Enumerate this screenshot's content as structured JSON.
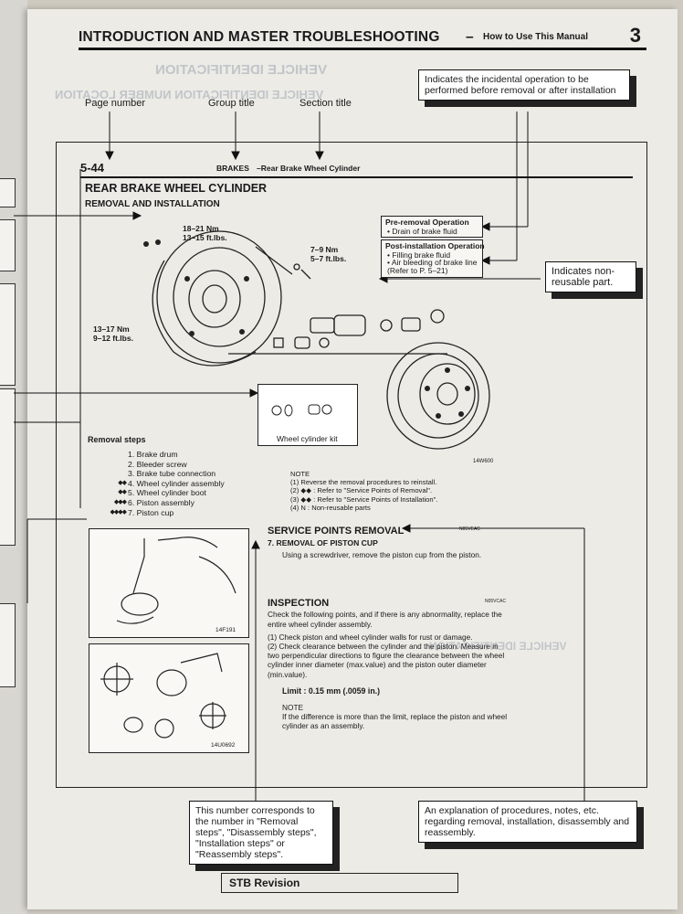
{
  "header": {
    "title": "INTRODUCTION AND MASTER TROUBLESHOOTING",
    "dash": "–",
    "subtitle": "How to Use This Manual",
    "page": "3"
  },
  "callouts": {
    "incidental": "Indicates the incidental operation to be performed before removal or after installation",
    "nonreusable": "Indicates non-reusable part.",
    "number": "This number corresponds to the number in \"Removal steps\", \"Disassembly steps\", \"Installation steps\" or \"Reassembly steps\".",
    "explanation": "An explanation of procedures, notes, etc. regarding removal, installation, disassembly and reassembly."
  },
  "labels": {
    "page_number": "Page number",
    "group_title": "Group title",
    "section_title": "Section title"
  },
  "sample": {
    "page": "5-44",
    "group": "BRAKES",
    "section": "–Rear Brake Wheel Cylinder",
    "title": "REAR BRAKE WHEEL CYLINDER",
    "subtitle": "REMOVAL AND INSTALLATION",
    "torque1": "18–21 Nm\n13–15 ft.lbs.",
    "torque2": "7–9 Nm\n5–7 ft.lbs.",
    "torque3": "13–17 Nm\n9–12 ft.lbs.",
    "pre_title": "Pre-removal Operation",
    "pre_items": [
      "Drain of brake fluid"
    ],
    "post_title": "Post-installation Operation",
    "post_items": [
      "Filling brake fluid",
      "Air bleeding of brake line (Refer to P. 5–21)"
    ],
    "kit_label": "Wheel cylinder kit",
    "fig1": "14W600",
    "fig2": "14F191",
    "fig3": "14U0692",
    "removal_title": "Removal steps",
    "steps": [
      {
        "mk": "",
        "text": "1.  Brake drum"
      },
      {
        "mk": "",
        "text": "2.  Bleeder screw"
      },
      {
        "mk": "",
        "text": "3.  Brake tube connection"
      },
      {
        "mk": "◆◆",
        "text": "4.  Wheel cylinder assembly"
      },
      {
        "mk": "◆◆",
        "text": "5.  Wheel cylinder boot"
      },
      {
        "mk": "◆◆◆",
        "text": "6.  Piston assembly"
      },
      {
        "mk": "◆◆◆◆",
        "text": "7.  Piston cup"
      }
    ],
    "note_title": "NOTE",
    "notes": [
      "(1)  Reverse the removal procedures to reinstall.",
      "(2)  ◆◆ : Refer to \"Service Points of Removal\".",
      "(3)  ◆◆ : Refer to \"Service Points of Installation\".",
      "(4)  N : Non-reusable parts"
    ],
    "spr_title": "SERVICE POINTS REMOVAL",
    "spr_code": "N05VEAC",
    "spr_step": "7.  REMOVAL OF PISTON CUP",
    "spr_text": "Using a screwdriver, remove the piston cup from the piston.",
    "insp_title": "INSPECTION",
    "insp_code": "N05VCAC",
    "insp_intro": "Check the following points, and if there is any abnormality, replace the entire wheel cylinder assembly.",
    "insp_items": [
      "(1)  Check piston and wheel cylinder walls for rust or damage.",
      "(2)  Check clearance between the cylinder and the piston. Measure in two perpendicular directions to figure the clearance between the wheel cylinder inner diameter (max.value) and the piston outer diameter (min.value)."
    ],
    "limit": "Limit : 0.15 mm (.0059 in.)",
    "insp_note_title": "NOTE",
    "insp_note": "If the difference is more than the limit, replace the piston and wheel cylinder as an assembly."
  },
  "footer": {
    "stb": "STB Revision"
  }
}
